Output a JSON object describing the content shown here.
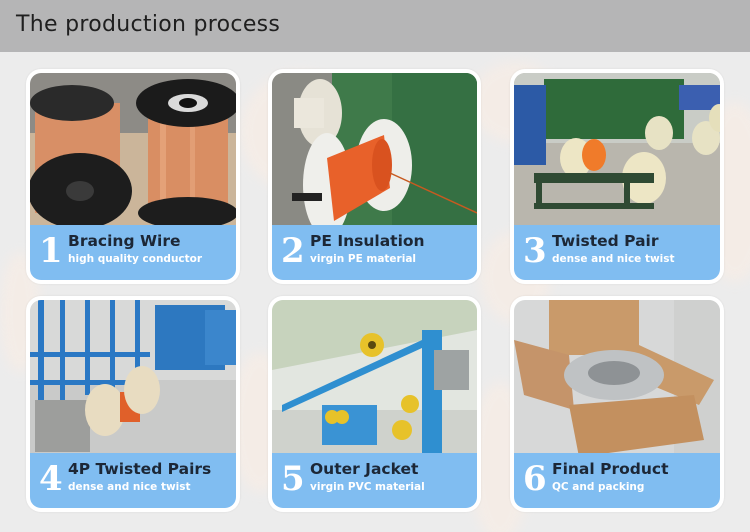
{
  "header": {
    "title": "The production process"
  },
  "steps": [
    {
      "number": "1",
      "title": "Bracing Wire",
      "subtitle": "high quality conductor",
      "photo": "copper-wire-spools"
    },
    {
      "number": "2",
      "title": "PE Insulation",
      "subtitle": "virgin PE material",
      "photo": "orange-insulated-wire-reel"
    },
    {
      "number": "3",
      "title": "Twisted Pair",
      "subtitle": "dense and nice twist",
      "photo": "twisting-machines"
    },
    {
      "number": "4",
      "title": "4P Twisted Pairs",
      "subtitle": "dense and nice twist",
      "photo": "cabling-machine-line"
    },
    {
      "number": "5",
      "title": "Outer Jacket",
      "subtitle": "virgin PVC material",
      "photo": "extrusion-line"
    },
    {
      "number": "6",
      "title": "Final Product",
      "subtitle": "QC and packing",
      "photo": "cable-in-carton-box"
    }
  ],
  "colors": {
    "header_bg": "#b5b5b6",
    "caption_bg": "#80bdf1",
    "title_text": "#1c2736",
    "subtitle_text": "#ffffff"
  }
}
